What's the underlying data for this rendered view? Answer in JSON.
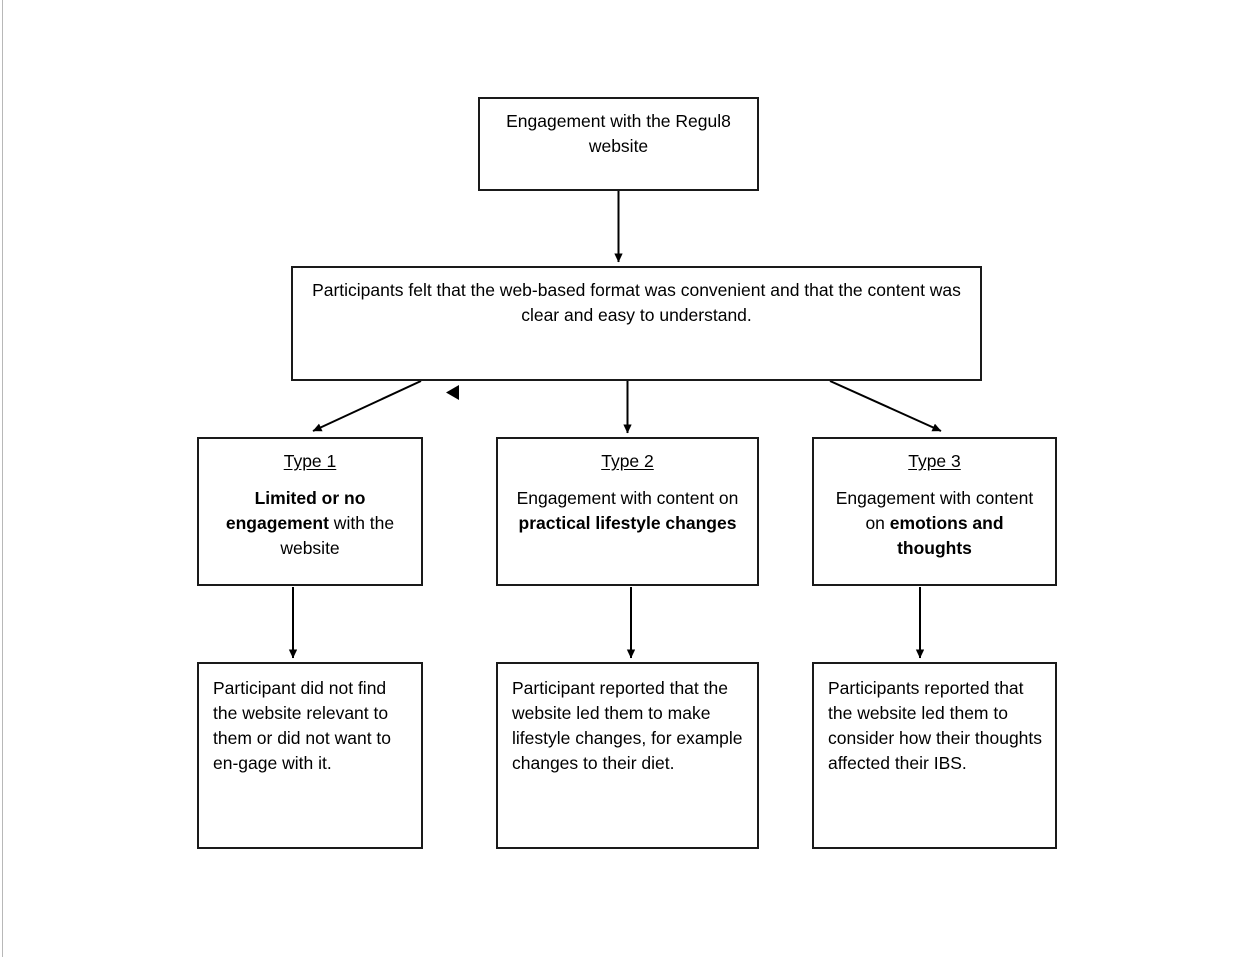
{
  "diagram": {
    "title": "Engagement with the Regul8 website flowchart",
    "line_color": "#1a1a1a",
    "background_color": "#ffffff",
    "page_edge_color": "#b8b8b8"
  },
  "nodes": {
    "root": {
      "text": "Engagement with the Regul8 website"
    },
    "summary": {
      "text": "Participants felt that the web-based format was convenient and that the content was clear and easy to understand."
    },
    "type1": {
      "heading": "Type 1",
      "text_bold_lead": "Limited or no engagement",
      "text_tail": " with the website"
    },
    "type2": {
      "heading": "Type 2",
      "text_lead": "Engagement with content on ",
      "text_bold_tail": "practical lifestyle changes"
    },
    "type3": {
      "heading": "Type 3",
      "text_lead": "Engagement with content on ",
      "text_bold_tail": "emotions and thoughts"
    },
    "outcome1": {
      "text": "Participant did not find the website relevant to them or did not want to en-gage with it."
    },
    "outcome2": {
      "text": "Participant reported that the website led them to make lifestyle changes, for example changes to their diet."
    },
    "outcome3": {
      "text": "Participants reported that the website led them to consider how their thoughts affected their IBS."
    }
  },
  "connectors": [
    {
      "name": "root-to-summary",
      "from": "root",
      "to": "summary",
      "style": "vertical-arrow"
    },
    {
      "name": "summary-to-type-1",
      "from": "summary",
      "to": "type1",
      "style": "diagonal-arrow"
    },
    {
      "name": "summary-to-type-2",
      "from": "summary",
      "to": "type2",
      "style": "vertical-arrow"
    },
    {
      "name": "summary-to-type-3",
      "from": "summary",
      "to": "type3",
      "style": "diagonal-arrow"
    },
    {
      "name": "type-1-to-outcome-1",
      "from": "type1",
      "to": "outcome1",
      "style": "vertical-arrow"
    },
    {
      "name": "type-2-to-outcome-2",
      "from": "type2",
      "to": "outcome2",
      "style": "vertical-arrow"
    },
    {
      "name": "type-3-to-outcome-3",
      "from": "type3",
      "to": "outcome3",
      "style": "vertical-arrow"
    },
    {
      "name": "stray-arrowhead",
      "from": "",
      "to": "",
      "style": "orphan-arrowhead"
    }
  ]
}
